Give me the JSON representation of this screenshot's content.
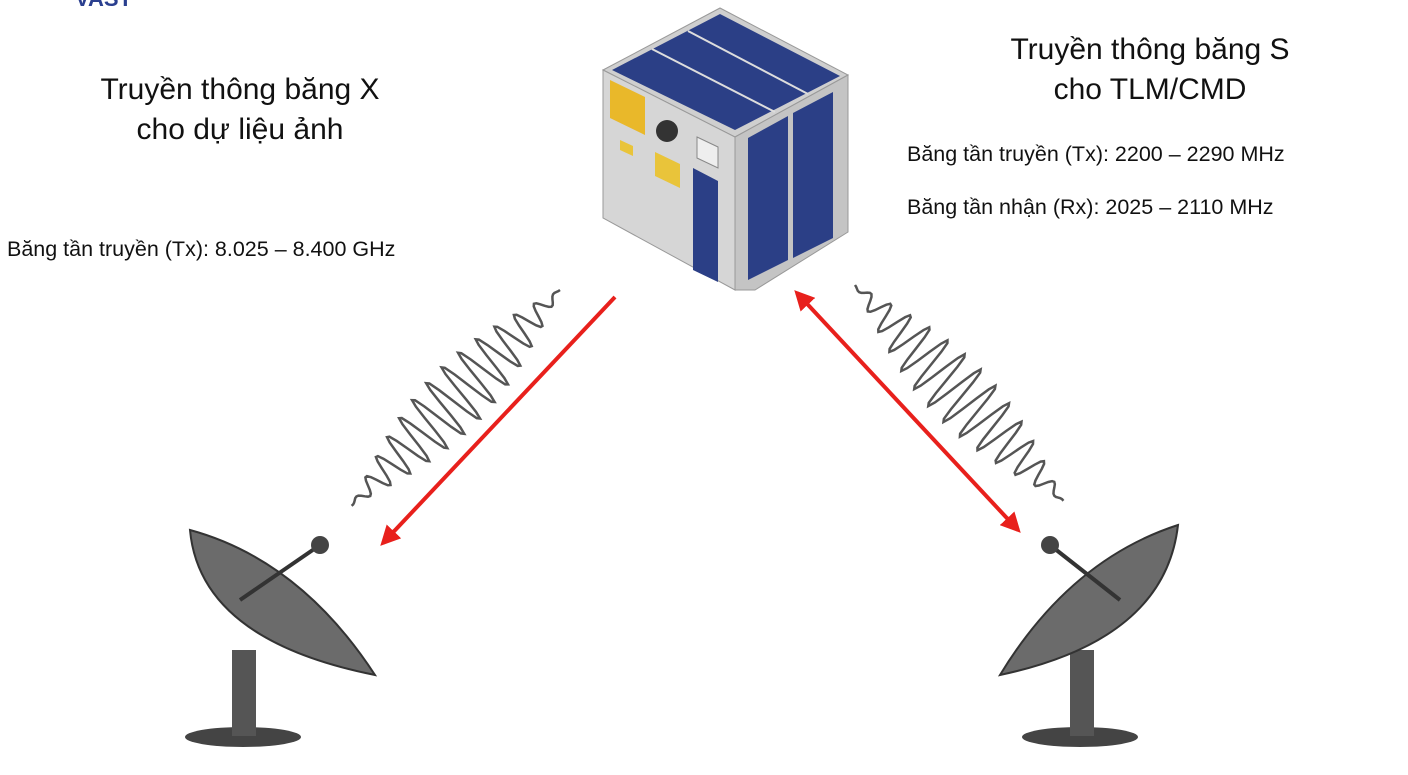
{
  "logo_text": "VAST",
  "x_band": {
    "title_line1": "Truyền thông băng X",
    "title_line2": "cho dự liệu ảnh",
    "tx": "Băng tần truyền (Tx): 8.025 – 8.400 GHz"
  },
  "s_band": {
    "title_line1": "Truyền thông băng S",
    "title_line2": "cho TLM/CMD",
    "tx": "Băng tần truyền (Tx): 2200 – 2290 MHz",
    "rx": "Băng tần nhận (Rx): 2025 – 2110 MHz"
  },
  "colors": {
    "arrow": "#e8201c",
    "panel": "#2b3f86",
    "body": "#d9d9d9",
    "logo": "#2a3f8f"
  }
}
